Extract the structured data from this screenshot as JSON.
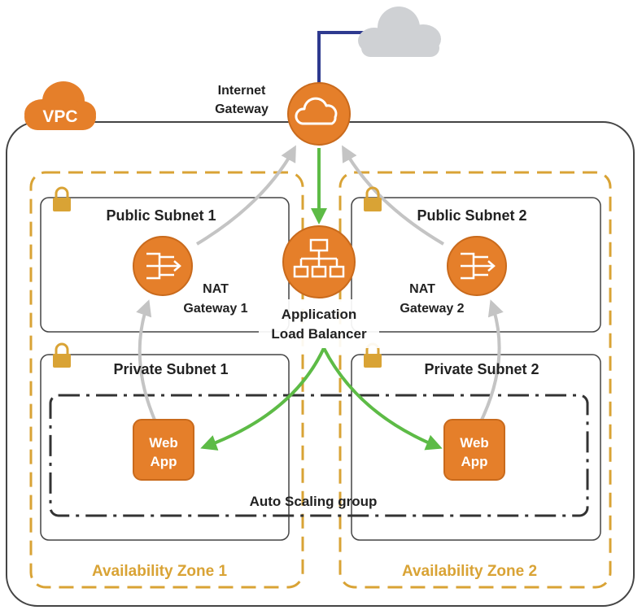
{
  "vpc": {
    "label": "VPC"
  },
  "internet_gateway": {
    "line1": "Internet",
    "line2": "Gateway",
    "icon": "cloud-icon"
  },
  "internet": {
    "icon": "cloud-icon"
  },
  "availability_zones": [
    {
      "label": "Availability Zone 1"
    },
    {
      "label": "Availability Zone 2"
    }
  ],
  "public_subnets": [
    {
      "label": "Public Subnet 1",
      "icon": "lock-icon"
    },
    {
      "label": "Public Subnet 2",
      "icon": "lock-icon"
    }
  ],
  "private_subnets": [
    {
      "label": "Private Subnet 1",
      "icon": "lock-icon"
    },
    {
      "label": "Private Subnet 2",
      "icon": "lock-icon"
    }
  ],
  "nat_gateways": [
    {
      "line1": "NAT",
      "line2": "Gateway 1",
      "icon": "nat-gateway-icon"
    },
    {
      "line1": "NAT",
      "line2": "Gateway 2",
      "icon": "nat-gateway-icon"
    }
  ],
  "load_balancer": {
    "line1": "Application",
    "line2": "Load Balancer",
    "icon": "load-balancer-icon"
  },
  "web_apps": [
    {
      "line1": "Web",
      "line2": "App"
    },
    {
      "line1": "Web",
      "line2": "App"
    }
  ],
  "auto_scaling": {
    "label": "Auto Scaling group"
  },
  "colors": {
    "orange": "#e57f2a",
    "zone": "#d9a335",
    "flow_green": "#5dbb46",
    "flow_gray": "#c4c4c4",
    "internet_link": "#2e3a8f",
    "border": "#444444"
  }
}
